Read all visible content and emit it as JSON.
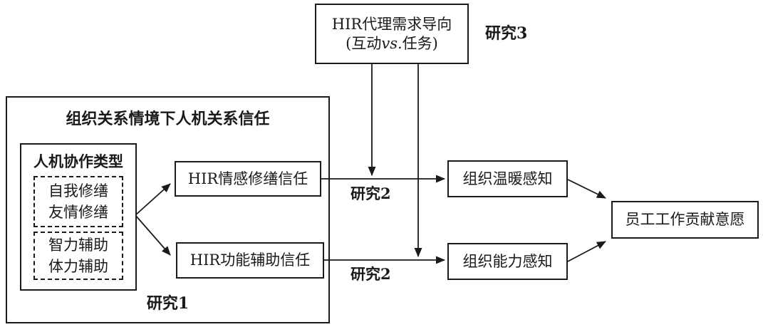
{
  "diagram": {
    "top_box": {
      "line1": "HIR代理需求导向",
      "line2_open": "(互动",
      "line2_vs": "vs.",
      "line2_close": "任务)"
    },
    "labels": {
      "study1": "研究1",
      "study2_top": "研究2",
      "study2_bottom": "研究2",
      "study3": "研究3"
    },
    "outer_box": {
      "title": "组织关系情境下人机关系信任"
    },
    "collab_type_box": {
      "title": "人机协作类型",
      "repair_group": {
        "line1": "自我修缮",
        "line2": "友情修缮"
      },
      "assist_group": {
        "line1": "智力辅助",
        "line2": "体力辅助"
      }
    },
    "trust_boxes": {
      "emotion": "HIR情感修缮信任",
      "function": "HIR功能辅助信任"
    },
    "perception_boxes": {
      "warmth": "组织温暖感知",
      "ability": "组织能力感知"
    },
    "outcome_box": {
      "label": "员工工作贡献意愿"
    },
    "colors": {
      "line": "#1a1a1a",
      "background": "#ffffff",
      "text": "#1a1a1a"
    }
  }
}
